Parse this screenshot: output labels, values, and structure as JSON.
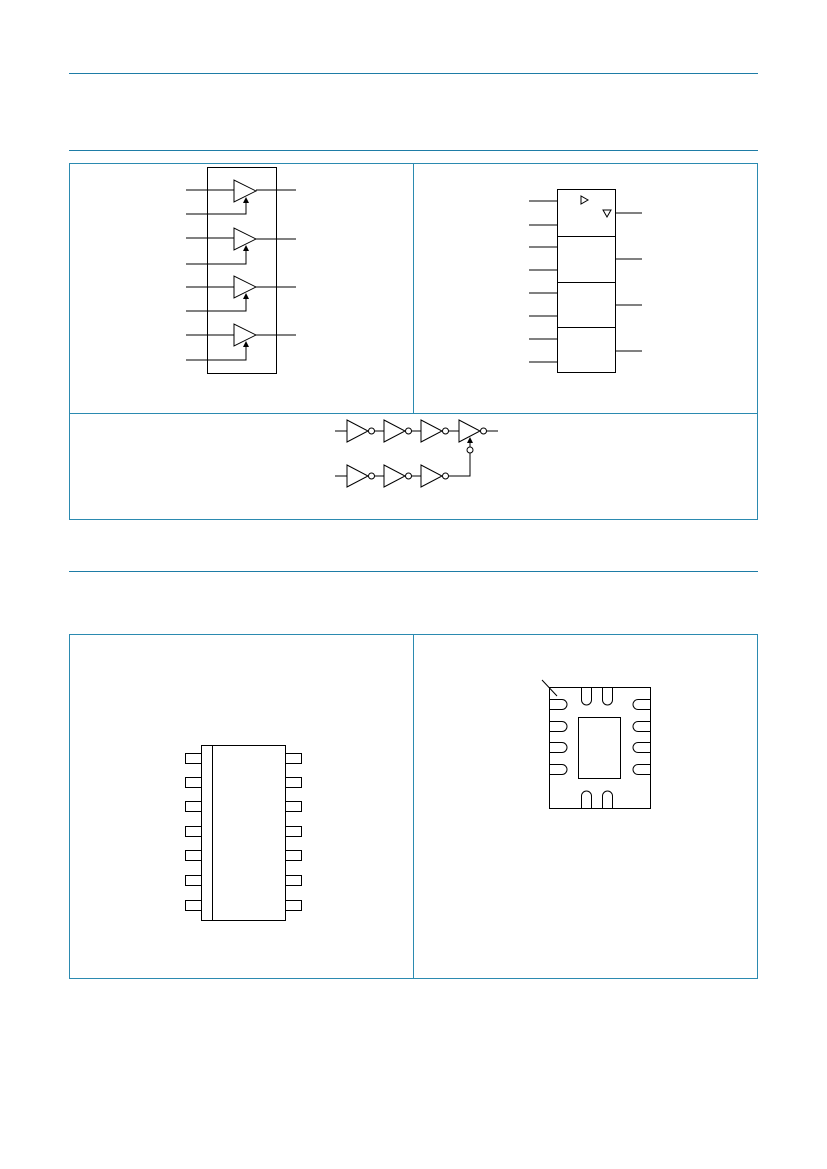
{
  "colors": {
    "rule": "#1e7ca6",
    "frame": "#2b8ab0",
    "ink": "#000000"
  },
  "figures": [
    {
      "id": "logic-symbol",
      "gates": 4,
      "gate_kind": "buffer with enable"
    },
    {
      "id": "iec-logic-symbol",
      "sections": 4,
      "icons": [
        "enable-triangle-icon",
        "three-state-output-icon"
      ]
    },
    {
      "id": "logic-diagram",
      "chain_top_inverters": 4,
      "chain_bottom_inverters": 3
    }
  ],
  "packages": [
    {
      "id": "so-tssop-package",
      "pins_per_side": 7
    },
    {
      "id": "dhvqfn-package",
      "pads_left": 4,
      "pads_right": 4,
      "pads_top": 2,
      "pads_bottom": 2
    }
  ]
}
